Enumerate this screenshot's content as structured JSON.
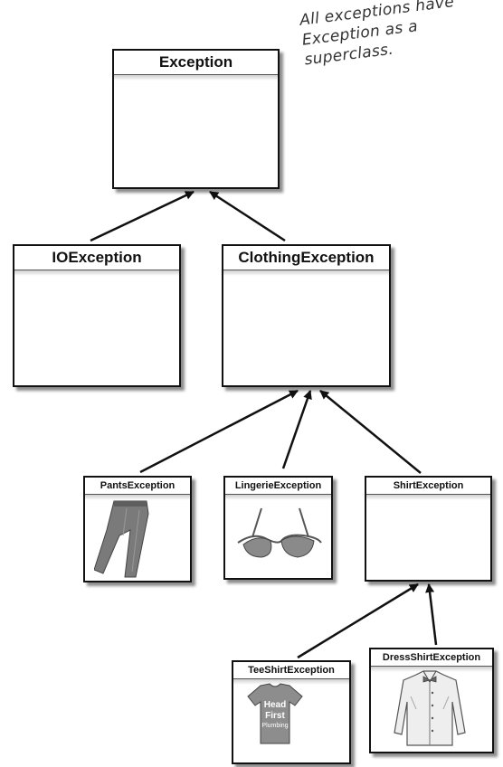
{
  "annotation": {
    "lines": [
      "All exceptions have",
      "Exception as a",
      "superclass."
    ]
  },
  "classes": {
    "exception": "Exception",
    "io_exception": "IOException",
    "clothing_exception": "ClothingException",
    "pants_exception": "PantsException",
    "lingerie_exception": "LingerieException",
    "shirt_exception": "ShirtException",
    "tee_shirt_exception": "TeeShirtException",
    "dress_shirt_exception": "DressShirtException"
  },
  "tee_shirt_print": {
    "line1": "Head",
    "line2": "First",
    "line3": "Plumbing"
  }
}
